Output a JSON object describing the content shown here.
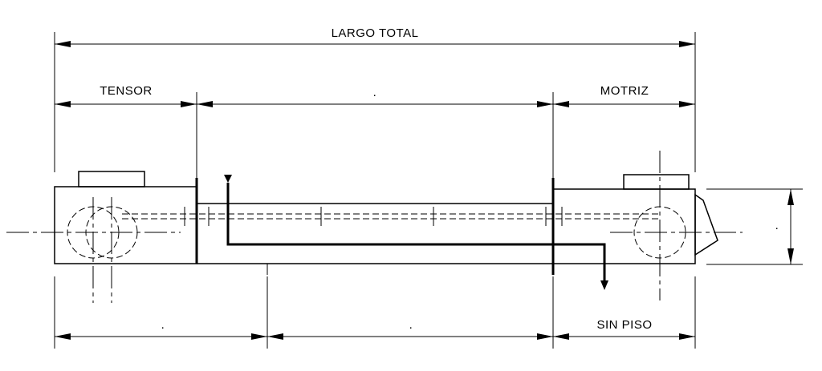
{
  "dimensions": {
    "overall": "LARGO TOTAL",
    "tail": "TENSOR",
    "middle": ".",
    "head": "MOTRIZ",
    "height": ".",
    "bottom_left": ".",
    "bottom_middle": ".",
    "bottom_right": "SIN PISO"
  }
}
